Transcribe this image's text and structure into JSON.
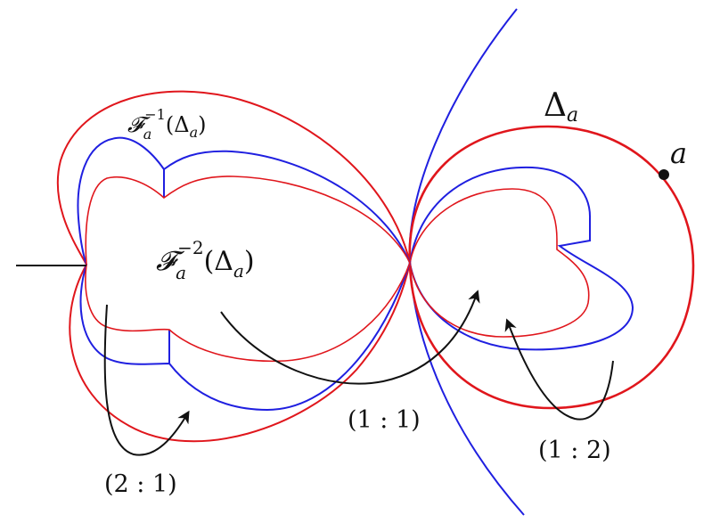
{
  "labels": {
    "delta_a": {
      "symbol": "Δ",
      "sub": "a"
    },
    "point_a": "a",
    "inverse1": {
      "F": "𝓕",
      "sub": "a",
      "sup": "−1",
      "arg_open": "(",
      "delta": "Δ",
      "arg_sub": "a",
      "arg_close": ")"
    },
    "inverse2": {
      "F": "𝓕",
      "sub": "a",
      "sup": "−2",
      "arg_open": "(",
      "delta": "Δ",
      "arg_sub": "a",
      "arg_close": ")"
    },
    "ratio_2_1": "(2 : 1)",
    "ratio_1_1": "(1 : 1)",
    "ratio_1_2": "(1 : 2)"
  },
  "colors": {
    "red": "#e0161c",
    "blue": "#1f1fe0",
    "black": "#111111"
  }
}
